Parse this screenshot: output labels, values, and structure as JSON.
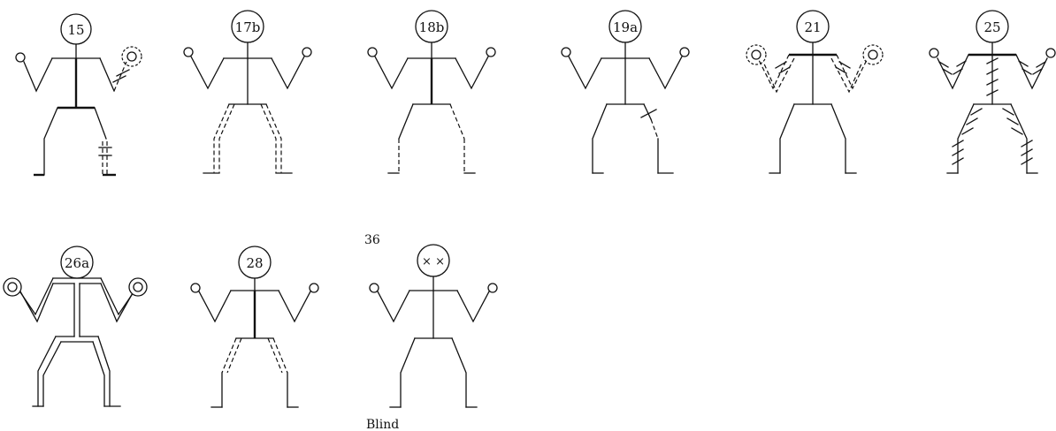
{
  "figures": [
    {
      "id": "fig-15",
      "label": "15",
      "variant": "right-hand-dashed-ring-right-arm-hatched-right-shin-double-dashed"
    },
    {
      "id": "fig-17b",
      "label": "17b",
      "variant": "both-legs-double-dashed"
    },
    {
      "id": "fig-18b",
      "label": "18b",
      "variant": "bold-torso-legs-dashed"
    },
    {
      "id": "fig-19a",
      "label": "19a",
      "variant": "right-thigh-hatched-right-shin-dashed"
    },
    {
      "id": "fig-21",
      "label": "21",
      "variant": "both-arms-double-dashed-hatched-hands-ringed"
    },
    {
      "id": "fig-25",
      "label": "25",
      "variant": "all-limbs-and-torso-hatched"
    },
    {
      "id": "fig-26a",
      "label": "26a",
      "variant": "whole-body-double-outline-hands-ringed"
    },
    {
      "id": "fig-28",
      "label": "28",
      "variant": "bold-torso-legs-double-dashed"
    },
    {
      "id": "fig-36",
      "label": "",
      "variant": "eyes-crossed-out",
      "face": "× ×",
      "number": "36",
      "caption": "Blind"
    }
  ]
}
